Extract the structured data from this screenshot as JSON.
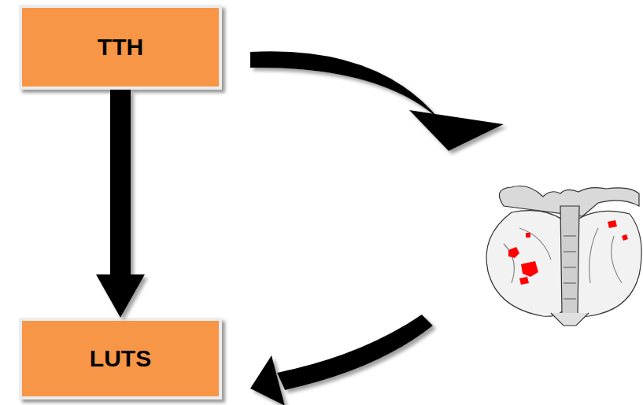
{
  "diagram": {
    "nodes": [
      {
        "text": [
          "TTH"
        ]
      },
      {
        "text": [
          "LUTS"
        ]
      }
    ],
    "edges": [
      {
        "from": 0,
        "to": 1,
        "arrow": "to"
      }
    ]
  }
}
